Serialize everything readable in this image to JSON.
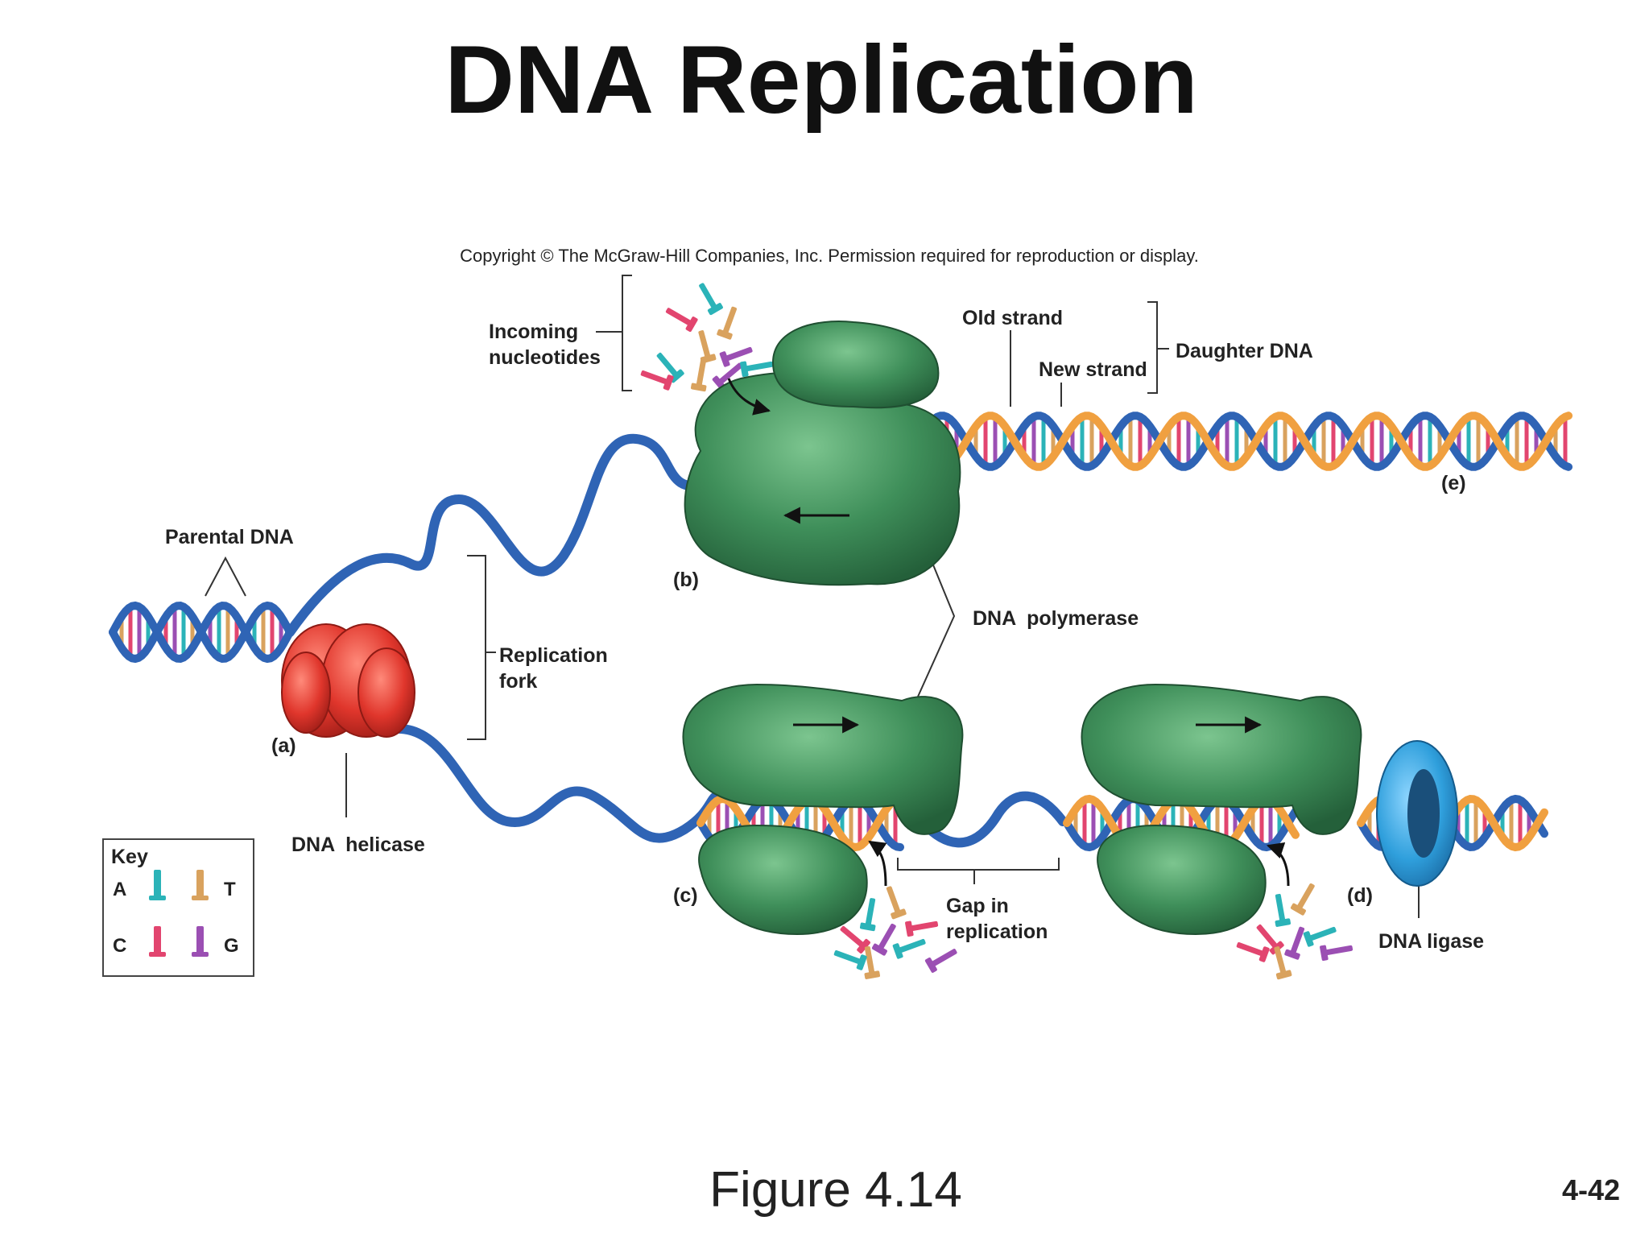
{
  "title": "DNA Replication",
  "copyright": "Copyright © The McGraw-Hill Companies, Inc. Permission required for reproduction or display.",
  "labels": {
    "incoming_line1": "Incoming",
    "incoming_line2": "nucleotides",
    "old_strand": "Old strand",
    "new_strand": "New strand",
    "daughter_dna": "Daughter DNA",
    "parental_dna": "Parental DNA",
    "replication_fork_line1": "Replication",
    "replication_fork_line2": "fork",
    "dna_polymerase": "DNA  polymerase",
    "dna_helicase": "DNA  helicase",
    "gap_line1": "Gap in",
    "gap_line2": "replication",
    "dna_ligase": "DNA ligase"
  },
  "panels": {
    "a": "(a)",
    "b": "(b)",
    "c": "(c)",
    "d": "(d)",
    "e": "(e)"
  },
  "key": {
    "title": "Key",
    "items": [
      {
        "letter": "A",
        "color": "#2bb3b8"
      },
      {
        "letter": "T",
        "color": "#d9a25e"
      },
      {
        "letter": "C",
        "color": "#e2456f"
      },
      {
        "letter": "G",
        "color": "#9b4fb3"
      }
    ]
  },
  "colors": {
    "helicase": "#e0362c",
    "polymerase": "#3f8f5a",
    "ligase": "#2f9fdc",
    "old_strand": "#2f64b5",
    "new_strand": "#f0a040"
  },
  "footer": {
    "figure": "Figure 4.14",
    "page": "4-42"
  }
}
